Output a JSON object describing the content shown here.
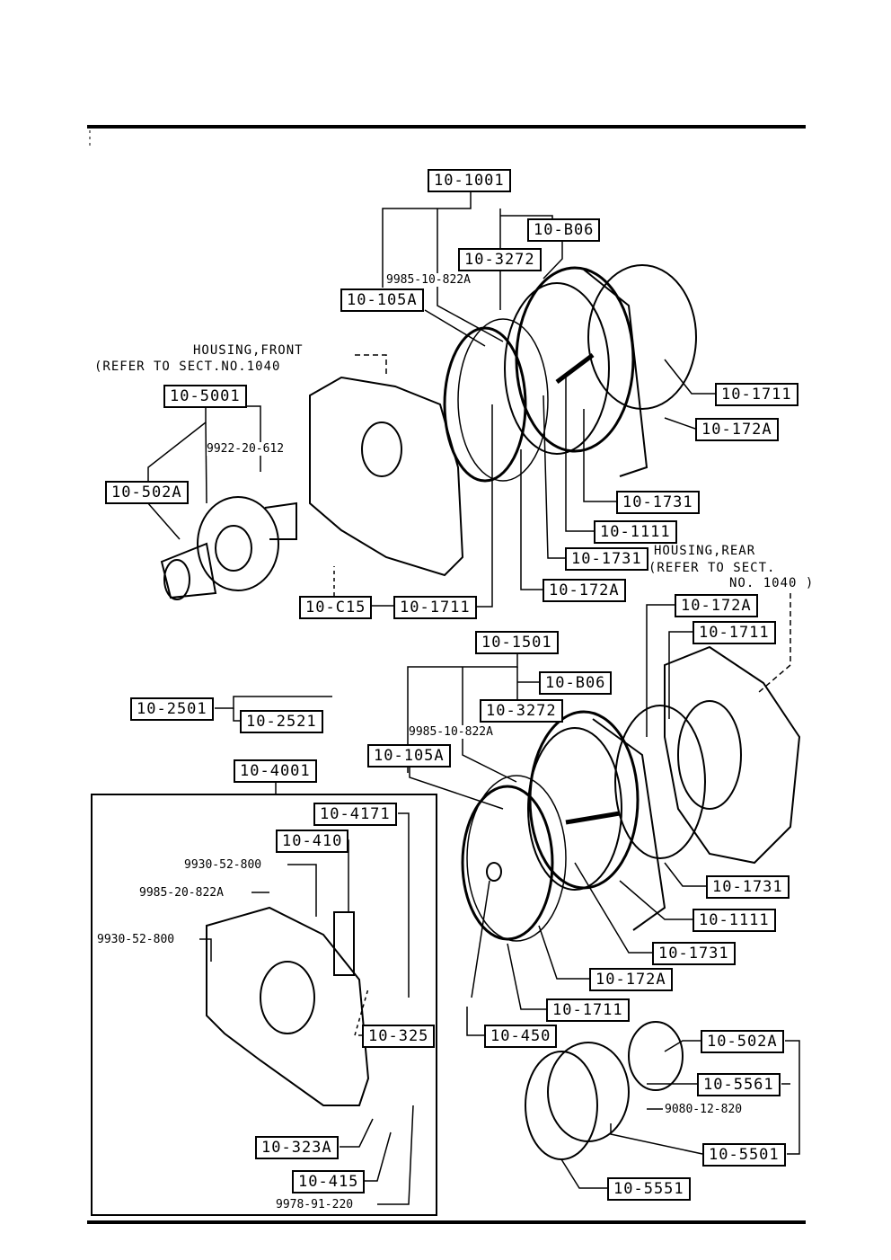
{
  "notes": {
    "housing_front": "HOUSING,FRONT",
    "housing_front_ref": "(REFER TO SECT.NO.1040",
    "housing_rear": "HOUSING,REAR",
    "housing_rear_ref1": "(REFER TO SECT.",
    "housing_rear_ref2": "NO. 1040 )"
  },
  "parts": {
    "p1001": "10-1001",
    "pB06a": "10-B06",
    "p3272a": "10-3272",
    "p9985a": "9985-10-822A",
    "p105Aa": "10-105A",
    "p5001": "10-5001",
    "p9922": "9922-20-612",
    "p502Aa": "10-502A",
    "p1711a": "10-1711",
    "p172Aa": "10-172A",
    "p1731a": "10-1731",
    "p1111a": "10-1111",
    "p1731b": "10-1731",
    "p172Ab": "10-172A",
    "pC15": "10-C15",
    "p1711b": "10-1711",
    "p172Ac": "10-172A",
    "p1711c": "10-1711",
    "p1501": "10-1501",
    "pB06b": "10-B06",
    "p2501": "10-2501",
    "p3272b": "10-3272",
    "p2521": "10-2521",
    "p9985b": "9985-10-822A",
    "p105Ab": "10-105A",
    "p4001": "10-4001",
    "p4171": "10-4171",
    "p410": "10-410",
    "p9930a": "9930-52-800",
    "p9985c": "9985-20-822A",
    "p9930b": "9930-52-800",
    "p1731c": "10-1731",
    "p1111b": "10-1111",
    "p1731d": "10-1731",
    "p172Ad": "10-172A",
    "p1711d": "10-1711",
    "p325": "10-325",
    "p450": "10-450",
    "p502Ab": "10-502A",
    "p5561": "10-5561",
    "p9080": "9080-12-820",
    "p323A": "10-323A",
    "p5501": "10-5501",
    "p415": "10-415",
    "p5551": "10-5551",
    "p9978": "9978-91-220"
  }
}
